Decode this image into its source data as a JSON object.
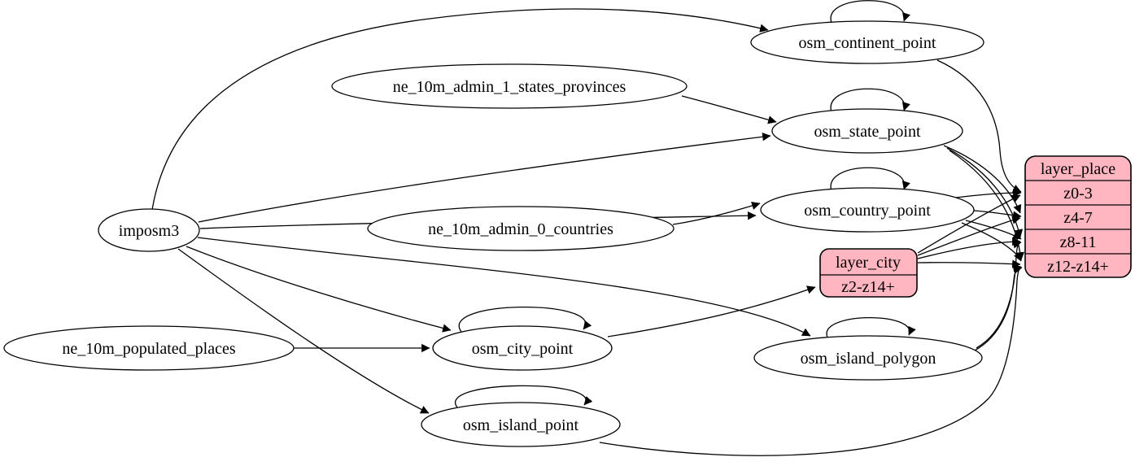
{
  "graph": {
    "background": "#ffffff",
    "edge_color": "#000000",
    "node_fill": "#ffffff",
    "node_stroke": "#000000",
    "record_fill": "#ffb6c1",
    "nodes": {
      "imposm3": "imposm3",
      "ne_10m_admin_1_states_provinces": "ne_10m_admin_1_states_provinces",
      "ne_10m_admin_0_countries": "ne_10m_admin_0_countries",
      "ne_10m_populated_places": "ne_10m_populated_places",
      "osm_continent_point": "osm_continent_point",
      "osm_state_point": "osm_state_point",
      "osm_country_point": "osm_country_point",
      "osm_city_point": "osm_city_point",
      "osm_island_polygon": "osm_island_polygon",
      "osm_island_point": "osm_island_point"
    },
    "records": {
      "layer_city": {
        "title": "layer_city",
        "rows": [
          "z2-z14+"
        ]
      },
      "layer_place": {
        "title": "layer_place",
        "rows": [
          "z0-3",
          "z4-7",
          "z8-11",
          "z12-z14+"
        ]
      }
    },
    "edges": [
      {
        "from": "imposm3",
        "to": "osm_continent_point"
      },
      {
        "from": "imposm3",
        "to": "osm_state_point"
      },
      {
        "from": "imposm3",
        "to": "osm_country_point"
      },
      {
        "from": "imposm3",
        "to": "osm_city_point"
      },
      {
        "from": "imposm3",
        "to": "osm_island_polygon"
      },
      {
        "from": "imposm3",
        "to": "osm_island_point"
      },
      {
        "from": "ne_10m_admin_1_states_provinces",
        "to": "osm_state_point"
      },
      {
        "from": "ne_10m_admin_0_countries",
        "to": "osm_country_point"
      },
      {
        "from": "ne_10m_populated_places",
        "to": "osm_city_point"
      },
      {
        "from": "osm_continent_point",
        "to": "osm_continent_point"
      },
      {
        "from": "osm_state_point",
        "to": "osm_state_point"
      },
      {
        "from": "osm_country_point",
        "to": "osm_country_point"
      },
      {
        "from": "osm_city_point",
        "to": "osm_city_point"
      },
      {
        "from": "osm_island_polygon",
        "to": "osm_island_polygon"
      },
      {
        "from": "osm_island_point",
        "to": "osm_island_point"
      },
      {
        "from": "osm_continent_point",
        "to": "layer_place:z0-3"
      },
      {
        "from": "osm_state_point",
        "to": "layer_place:z4-7"
      },
      {
        "from": "osm_state_point",
        "to": "layer_place:z8-11"
      },
      {
        "from": "osm_state_point",
        "to": "layer_place:z12-z14+"
      },
      {
        "from": "osm_country_point",
        "to": "layer_place:z0-3"
      },
      {
        "from": "osm_country_point",
        "to": "layer_place:z4-7"
      },
      {
        "from": "osm_country_point",
        "to": "layer_place:z8-11"
      },
      {
        "from": "osm_country_point",
        "to": "layer_place:z12-z14+"
      },
      {
        "from": "osm_city_point",
        "to": "layer_city:z2-z14+"
      },
      {
        "from": "layer_city",
        "to": "layer_place:z0-3"
      },
      {
        "from": "layer_city",
        "to": "layer_place:z4-7"
      },
      {
        "from": "layer_city",
        "to": "layer_place:z8-11"
      },
      {
        "from": "layer_city",
        "to": "layer_place:z12-z14+"
      },
      {
        "from": "osm_island_polygon",
        "to": "layer_place:z8-11"
      },
      {
        "from": "osm_island_polygon",
        "to": "layer_place:z12-z14+"
      },
      {
        "from": "osm_island_point",
        "to": "layer_place:z12-z14+"
      }
    ]
  }
}
